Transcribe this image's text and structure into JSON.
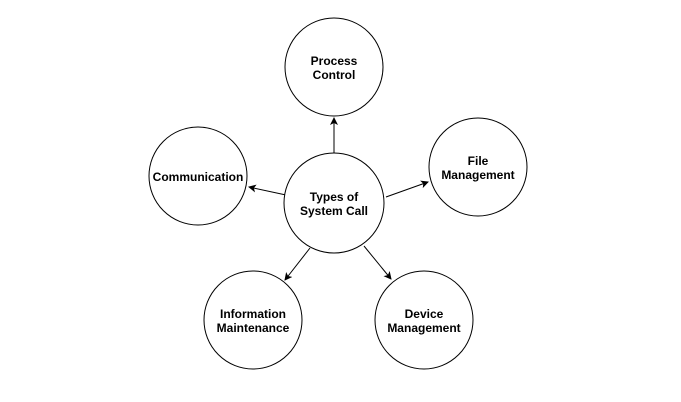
{
  "diagram": {
    "center": {
      "lines": [
        "Types of",
        "System Call"
      ]
    },
    "nodes": [
      {
        "id": "process-control",
        "lines": [
          "Process",
          "Control"
        ]
      },
      {
        "id": "communication",
        "lines": [
          "Communication"
        ]
      },
      {
        "id": "file-management",
        "lines": [
          "File",
          "Management"
        ]
      },
      {
        "id": "information-maintenance",
        "lines": [
          "Information",
          "Maintenance"
        ]
      },
      {
        "id": "device-management",
        "lines": [
          "Device",
          "Management"
        ]
      }
    ],
    "edges": [
      {
        "from": "center",
        "to": "process-control"
      },
      {
        "from": "center",
        "to": "communication"
      },
      {
        "from": "center",
        "to": "file-management"
      },
      {
        "from": "center",
        "to": "information-maintenance"
      },
      {
        "from": "center",
        "to": "device-management"
      }
    ]
  }
}
